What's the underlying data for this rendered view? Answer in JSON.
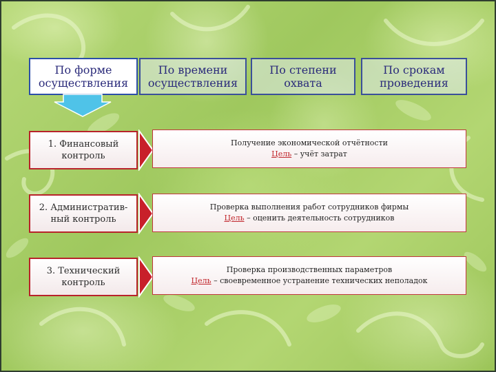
{
  "header": {
    "tabs": [
      {
        "line1": "По форме",
        "line2": "осуществления"
      },
      {
        "line1": "По времени",
        "line2": "осуществления"
      },
      {
        "line1": "По степени",
        "line2": "охвата"
      },
      {
        "line1": "По срокам",
        "line2": "проведения"
      }
    ]
  },
  "rows": [
    {
      "label_line1": "1. Финансовый",
      "label_line2": "контроль",
      "desc": "Получение экономической отчётности",
      "goal_word": "Цель",
      "goal_text": " – учёт затрат"
    },
    {
      "label_line1": "2. Административ-",
      "label_line2": "ный контроль",
      "desc": "Проверка выполнения работ сотрудников фирмы",
      "goal_word": "Цель",
      "goal_text": " – оценить деятельность сотрудников"
    },
    {
      "label_line1": "3. Технический",
      "label_line2": "контроль",
      "desc": "Проверка производственных параметров",
      "goal_word": "Цель",
      "goal_text": " – своевременное устранение технических неполадок"
    }
  ],
  "colors": {
    "accent_red": "#c1272d",
    "header_blue": "#2a2a7a",
    "arrow_blue": "#4fc3e8"
  }
}
